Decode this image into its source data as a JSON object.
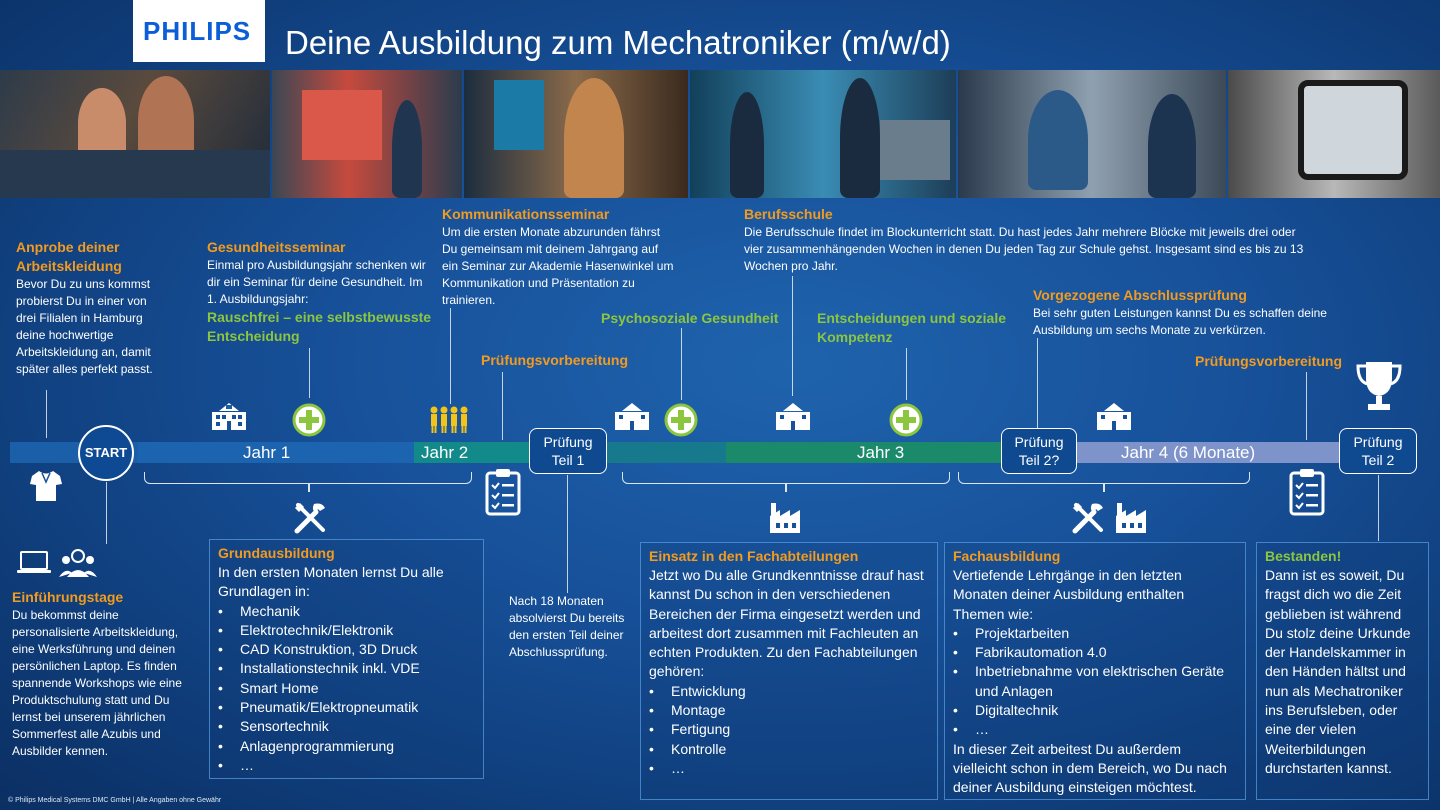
{
  "header": {
    "logo": "PHILIPS",
    "title": "Deine Ausbildung zum Mechatroniker (m/w/d)"
  },
  "top_items": {
    "anprobe": {
      "title": "Anprobe deiner Arbeitskleidung",
      "text": "Bevor Du zu uns kommst probierst Du in einer von drei Filialen in Hamburg deine hochwertige Arbeitskleidung an, damit später alles perfekt passt."
    },
    "gesundheit": {
      "title": "Gesundheitsseminar",
      "text": "Einmal pro Ausbildungsjahr schenken wir dir ein Seminar für deine Gesundheit.  Im 1. Ausbildungsjahr:",
      "highlight": "Rauschfrei – eine selbstbewusste Entscheidung"
    },
    "kommunikation": {
      "title": "Kommunikationsseminar",
      "text": "Um die ersten Monate abzurunden fährst Du gemeinsam mit deinem Jahrgang auf ein Seminar zur Akademie Hasenwinkel um Kommunikation und Präsentation zu trainieren."
    },
    "pruefvorb1": {
      "title": "Prüfungsvorbereitung"
    },
    "psycho": {
      "title": "Psychosoziale Gesundheit"
    },
    "berufsschule": {
      "title": "Berufsschule",
      "text": "Die Berufsschule findet im Blockunterricht statt. Du hast jedes Jahr mehrere Blöcke mit jeweils drei oder vier zusammenhängenden Wochen in denen Du jeden Tag zur Schule gehst. Insgesamt sind es bis zu 13 Wochen pro Jahr."
    },
    "entscheidungen": {
      "title": "Entscheidungen und soziale Kompetenz"
    },
    "vorgezogen": {
      "title": "Vorgezogene Abschlussprüfung",
      "text": "Bei sehr guten Leistungen kannst Du es schaffen deine Ausbildung um sechs Monate zu verkürzen."
    },
    "pruefvorb2": {
      "title": "Prüfungsvorbereitung"
    }
  },
  "timeline": {
    "start": "START",
    "jahr1": "Jahr 1",
    "jahr2": "Jahr 2",
    "pruefung1": [
      "Prüfung",
      "Teil 1"
    ],
    "jahr3": "Jahr 3",
    "pruefung2q": [
      "Prüfung",
      "Teil 2?"
    ],
    "jahr4": "Jahr 4 (6 Monate)",
    "pruefung2": [
      "Prüfung",
      "Teil 2"
    ]
  },
  "bottom_items": {
    "einfuehrung": {
      "title": "Einführungstage",
      "text": "Du bekommst deine personalisierte Arbeitskleidung, eine Werksführung und deinen persönlichen Laptop. Es finden spannende Workshops wie eine Produktschulung statt und Du lernst bei unserem jährlichen Sommerfest alle Azubis und Ausbilder kennen."
    },
    "grundausbildung": {
      "title": "Grundausbildung",
      "intro": "In den ersten Monaten lernst Du alle Grundlagen in:",
      "items": [
        "Mechanik",
        "Elektrotechnik/Elektronik",
        "CAD Konstruktion, 3D Druck",
        "Installationstechnik inkl. VDE",
        "Smart Home",
        "Pneumatik/Elektropneumatik",
        "Sensortechnik",
        "Anlagenprogrammierung",
        "…"
      ]
    },
    "nach18": {
      "text": "Nach 18 Monaten absolvierst Du bereits den ersten Teil deiner Abschlussprüfung."
    },
    "einsatz": {
      "title": "Einsatz in den Fachabteilungen",
      "intro": "Jetzt wo Du alle Grundkenntnisse drauf hast kannst Du schon in den verschiedenen Bereichen der Firma eingesetzt werden und arbeitest dort zusammen mit Fachleuten an echten Produkten. Zu den Fachabteilungen gehören:",
      "items": [
        "Entwicklung",
        "Montage",
        "Fertigung",
        "Kontrolle",
        "…"
      ]
    },
    "fachausbildung": {
      "title": "Fachausbildung",
      "intro": "Vertiefende Lehrgänge in den letzten Monaten deiner Ausbildung enthalten Themen wie:",
      "items": [
        "Projektarbeiten",
        "Fabrikautomation 4.0",
        "Inbetriebnahme von elektrischen Geräte und Anlagen",
        "Digitaltechnik",
        "…"
      ],
      "outro": "In dieser Zeit arbeitest Du außerdem vielleicht schon in dem Bereich, wo Du nach deiner Ausbildung einsteigen möchtest."
    },
    "bestanden": {
      "title": "Bestanden!",
      "text": "Dann ist es soweit, Du fragst dich wo die Zeit geblieben ist während Du stolz deine Urkunde der Handelskammer in den Händen hältst und nun als Mechatroniker ins Berufsleben, oder eine der vielen Weiterbildungen durchstarten kannst."
    }
  },
  "footer": "© Philips Medical Systems DMC GmbH | Alle Angaben ohne Gewähr",
  "colors": {
    "orange": "#f29b1f",
    "green": "#8cc63f",
    "bar_year1": "#1a5fa8",
    "bar_year2": "#138a8a",
    "bar_year3": "#1a8a6a",
    "bar_year4": "#7e93c9"
  },
  "icons": [
    "school-icon",
    "health-plus-icon",
    "people-team-icon",
    "shirt-icon",
    "laptop-icon",
    "workshop-people-icon",
    "tools-icon",
    "checklist-icon",
    "factory-icon",
    "trophy-icon"
  ]
}
